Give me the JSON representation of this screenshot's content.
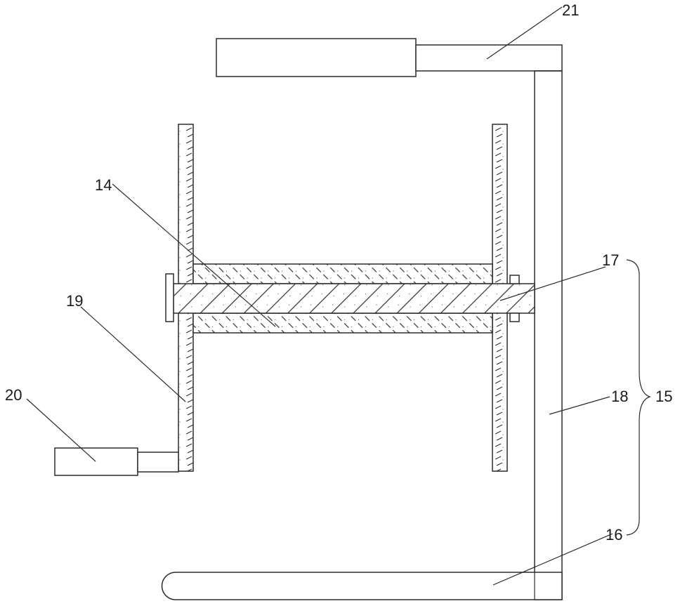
{
  "labels": {
    "l14": "14",
    "l15": "15",
    "l16": "16",
    "l17": "17",
    "l18": "18",
    "l19": "19",
    "l20": "20",
    "l21": "21"
  }
}
